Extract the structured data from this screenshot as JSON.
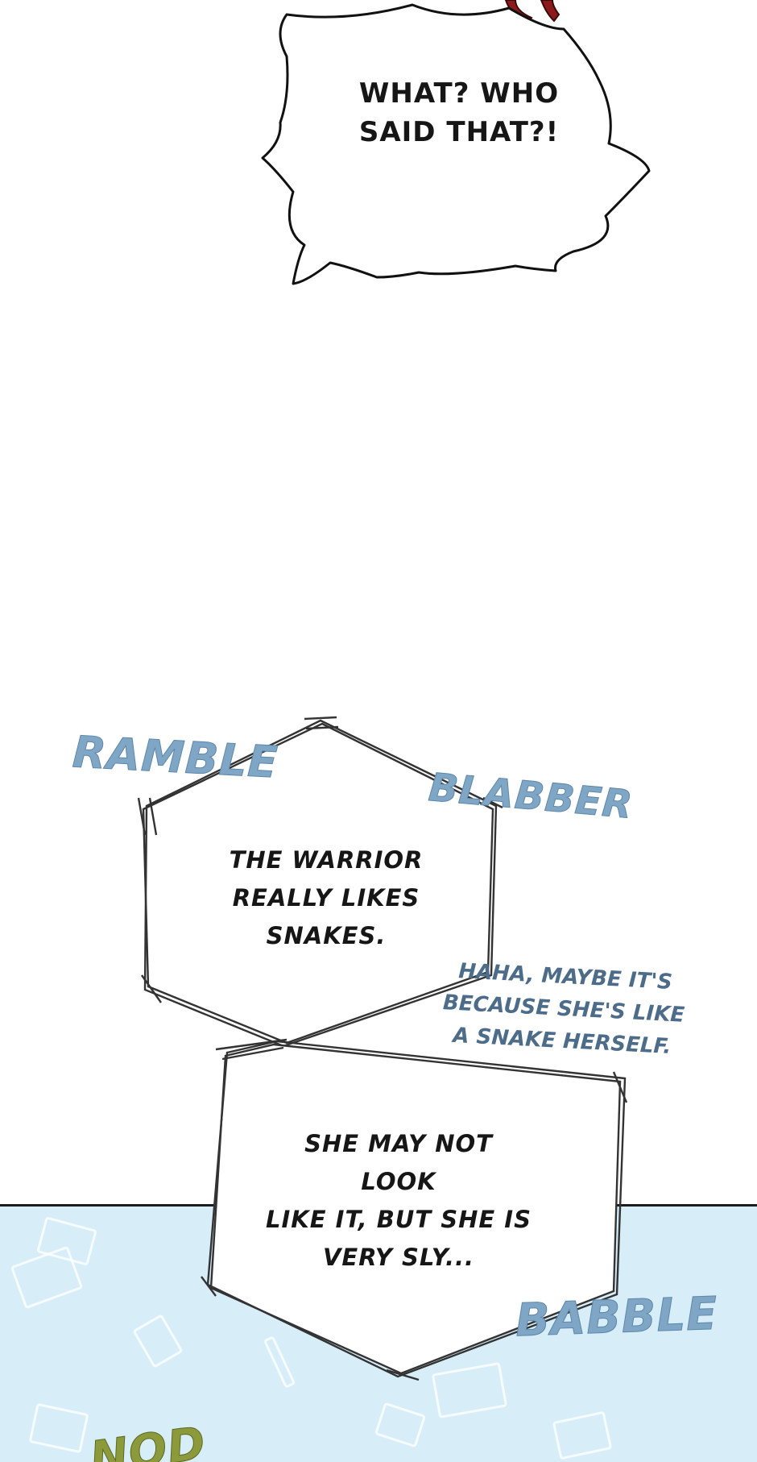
{
  "panel_top": {
    "speech_bubble": {
      "text": "WHAT? WHO\nSAID THAT?!"
    }
  },
  "panel_middle": {
    "sound_effects": {
      "ramble": "RAMBLE",
      "blabber": "BLABBER",
      "babble": "BABBLE"
    },
    "thought_bubble_1": {
      "text": "THE WARRIOR\nREALLY LIKES\nSNAKES."
    },
    "whisper": {
      "text": "HAHA, MAYBE IT'S\nBECAUSE SHE'S LIKE\nA SNAKE HERSELF."
    },
    "thought_bubble_2": {
      "text": "SHE MAY NOT LOOK\nLIKE IT, BUT SHE IS\nVERY SLY..."
    }
  },
  "panel_bottom": {
    "sound_effect": "NOD",
    "background_color": "#d7eef9"
  },
  "colors": {
    "sfx_blue": "#7fa6c4",
    "sfx_green": "#8c9a3c",
    "ink": "#161616",
    "hair_accent": "#8b1a1a"
  }
}
